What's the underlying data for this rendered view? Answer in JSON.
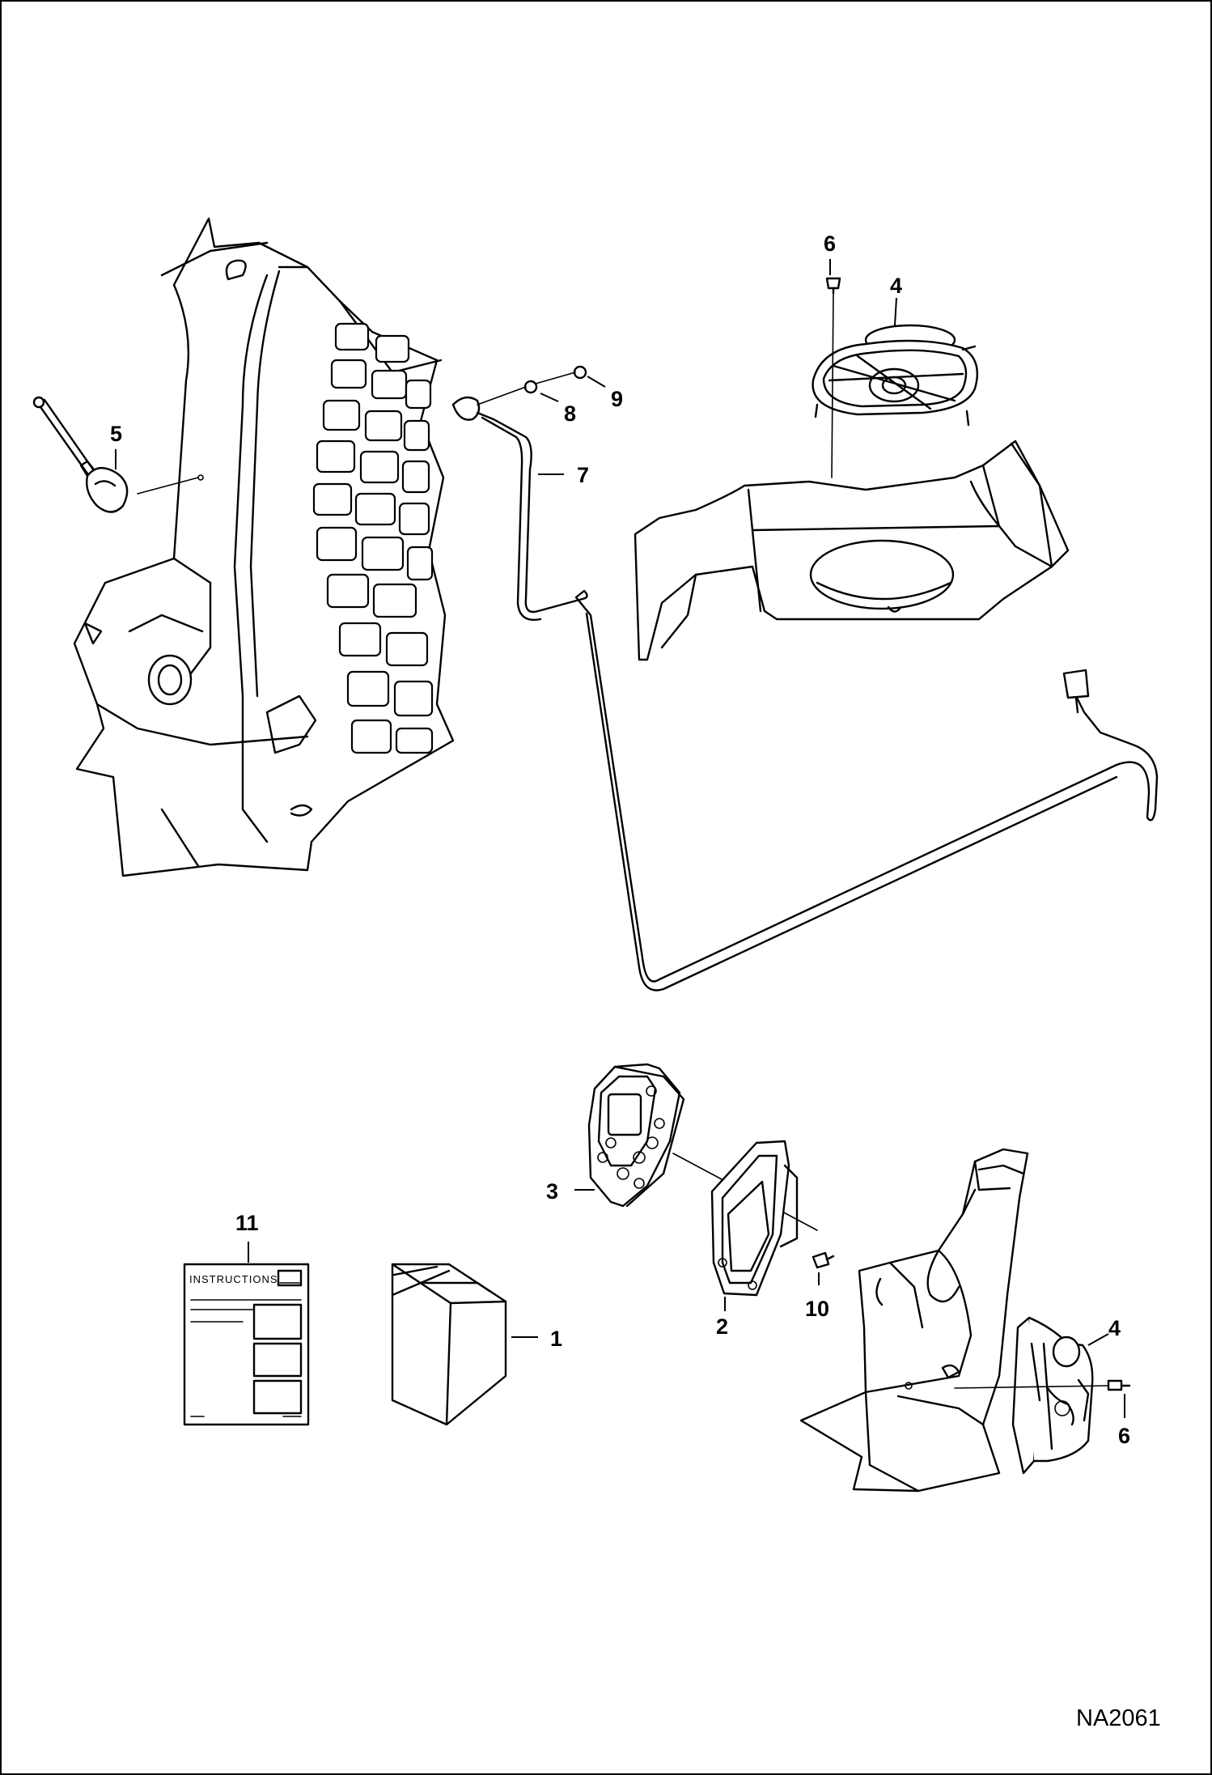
{
  "figure_id": "NA2061",
  "instructions_label": "INSTRUCTIONS",
  "callouts": {
    "c1": "1",
    "c2": "2",
    "c3": "3",
    "c4_top": "4",
    "c4_bottom": "4",
    "c5": "5",
    "c6_top": "6",
    "c6_bottom": "6",
    "c7": "7",
    "c8": "8",
    "c9": "9",
    "c10": "10",
    "c11": "11"
  }
}
